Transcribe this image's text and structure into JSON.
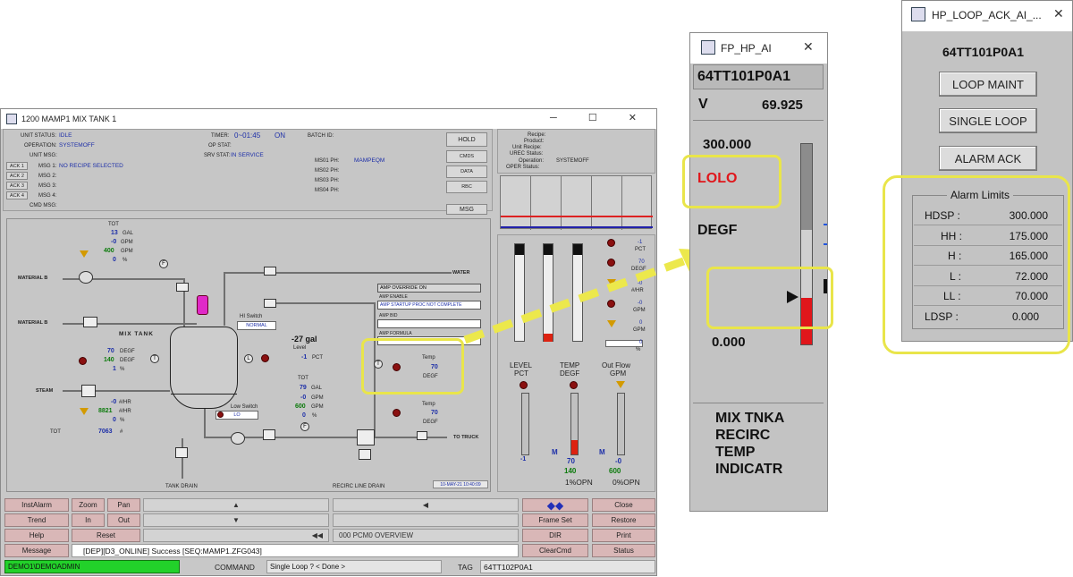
{
  "main": {
    "title": "1200 MAMP1 MIX TANK 1",
    "status": {
      "unit_status_label": "UNIT STATUS:",
      "unit_status": "IDLE",
      "operation_label": "OPERATION:",
      "operation": "SYSTEMOFF",
      "unit_msg_label": "UNIT MSG:",
      "timer_label": "TIMER:",
      "timer": "0~01:45",
      "timer_state": "ON",
      "op_stat_label": "OP STAT:",
      "srv_stat_label": "SRV STAT:",
      "srv_stat": "IN SERVICE",
      "batch_id_label": "BATCH ID:",
      "ms01_label": "MS01 PH:",
      "ms01": "MAMPEQM",
      "ms02_label": "MS02 PH:",
      "ms03_label": "MS03 PH:",
      "ms04_label": "MS04 PH:",
      "msg1_label": "MSG 1:",
      "msg1": "NO RECIPE SELECTED",
      "msg2_label": "MSG 2:",
      "msg3_label": "MSG 3:",
      "msg4_label": "MSG 4:",
      "cmd_msg_label": "CMD MSG:"
    },
    "ack_buttons": [
      "ACK 1",
      "ACK 2",
      "ACK 3",
      "ACK 4"
    ],
    "side_buttons": [
      "HOLD",
      "CMDS",
      "DATA",
      "RBC",
      "MSG"
    ],
    "recipe_panel": {
      "recipe_label": "Recipe:",
      "product_label": "Product:",
      "unit_recipe_label": "Unit Recipe:",
      "urec_status_label": "UREC Status:",
      "operation_label": "Operation:",
      "operation": "SYSTEMOFF",
      "oper_status_label": "OPER Status:"
    },
    "process": {
      "tot_label": "TOT",
      "top_gal": "13",
      "gal_unit": "GAL",
      "top_gpm": "-0",
      "gpm_unit": "GPM",
      "top_gpm2": "400",
      "top_pct": "0",
      "pct_unit": "%",
      "material_b": "MATERIAL B",
      "material_b2": "MATERIAL B",
      "water": "WATER",
      "mix_tank": "MIX TANK",
      "hi_switch_label": "HI Switch",
      "hi_switch": "NORMAL",
      "low_switch_label": "Low Switch",
      "low_switch": "LO",
      "level_value": "-27 gal",
      "level_label": "Level",
      "level_pct": "-1",
      "level_pct_unit": "PCT",
      "degf1": "70",
      "degf_unit": "DEGF",
      "degf2": "140",
      "pct1": "1",
      "steam": "STEAM",
      "hr1": "-0",
      "hr_unit": "#/HR",
      "hr2": "8821",
      "hr_pct": "0",
      "tot_bottom": "7063",
      "tot_bottom_unit": "#",
      "tot2_label": "TOT",
      "tot2_gal": "79",
      "tot2_gpm": "-0",
      "tot2_gpm2": "600",
      "tot2_pct": "0",
      "override": "AMP OVERRIDE ON",
      "amp_enable": "AMP ENABLE",
      "amp_startup": "AMP STARTUP PROC NOT COMPLETE",
      "amp_bid": "AMP BID",
      "amp_formula": "AMP FORMULA",
      "temp1_label": "Temp",
      "temp1": "70",
      "temp1_unit": "DEGF",
      "temp2_label": "Temp",
      "temp2": "70",
      "temp2_unit": "DEGF",
      "to_truck": "TO TRUCK",
      "tank_drain": "TANK DRAIN",
      "recirc_drain": "RECIRC LINE DRAIN",
      "date": "10-MAY-21 10:40:09"
    },
    "bars": {
      "right_labels": [
        "-1",
        "PCT",
        "70",
        "DEGF",
        "-0",
        "#/HR",
        "-0",
        "GPM",
        "0",
        "GPM",
        "0",
        "%"
      ],
      "level_title": "LEVEL",
      "level_unit": "PCT",
      "level_val": "-1",
      "temp_title": "TEMP",
      "temp_unit": "DEGF",
      "temp_val": "70",
      "temp_sp": "140",
      "temp_opn": "1%OPN",
      "flow_title": "Out Flow",
      "flow_unit": "GPM",
      "flow_val": "-0",
      "flow_sp": "600",
      "flow_opn": "0%OPN",
      "m_label": "M"
    },
    "bottom": {
      "row1": [
        "InstAlarm",
        "Zoom",
        "Pan"
      ],
      "row2": [
        "Trend",
        "In",
        "Out"
      ],
      "row3": [
        "Help",
        "Reset"
      ],
      "message_label": "Message",
      "message": "[DEP][D3_ONLINE] Success [SEQ:MAMP1.ZFG043]",
      "overview": "000 PCM0 OVERVIEW",
      "right_col1": [
        "Frame Set",
        "DIR",
        "ClearCmd"
      ],
      "right_col2": [
        "Close",
        "Restore",
        "Print",
        "Status"
      ],
      "user": "DEMO1\\DEMOADMIN",
      "command_label": "COMMAND",
      "command": "Single Loop ? < Done >",
      "tag_label": "TAG",
      "tag": "64TT102P0A1"
    }
  },
  "faceplate": {
    "title": "FP_HP_AI",
    "tag": "64TT101P0A1",
    "mode": "V",
    "pv": "69.925",
    "high": "300.000",
    "alarm": "LOLO",
    "units": "DEGF",
    "low": "0.000",
    "bar_fill_pct": 23,
    "description": [
      "MIX TNKA",
      "RECIRC",
      "TEMP",
      "INDICATR"
    ]
  },
  "loop_ack": {
    "title": "HP_LOOP_ACK_AI_...",
    "tag": "64TT101P0A1",
    "buttons": [
      "LOOP MAINT",
      "SINGLE LOOP",
      "ALARM ACK"
    ],
    "limits_title": "Alarm Limits",
    "limits": [
      {
        "k": "HDSP :",
        "v": "300.000"
      },
      {
        "k": "HH :",
        "v": "175.000"
      },
      {
        "k": "H :",
        "v": "165.000"
      },
      {
        "k": "L :",
        "v": "72.000"
      },
      {
        "k": "LL :",
        "v": "70.000"
      },
      {
        "k": "LDSP :",
        "v": "0.000"
      }
    ]
  },
  "colors": {
    "highlight": "#e9e54a",
    "alarm_red": "#e0161b",
    "status_green": "#22d12a"
  }
}
